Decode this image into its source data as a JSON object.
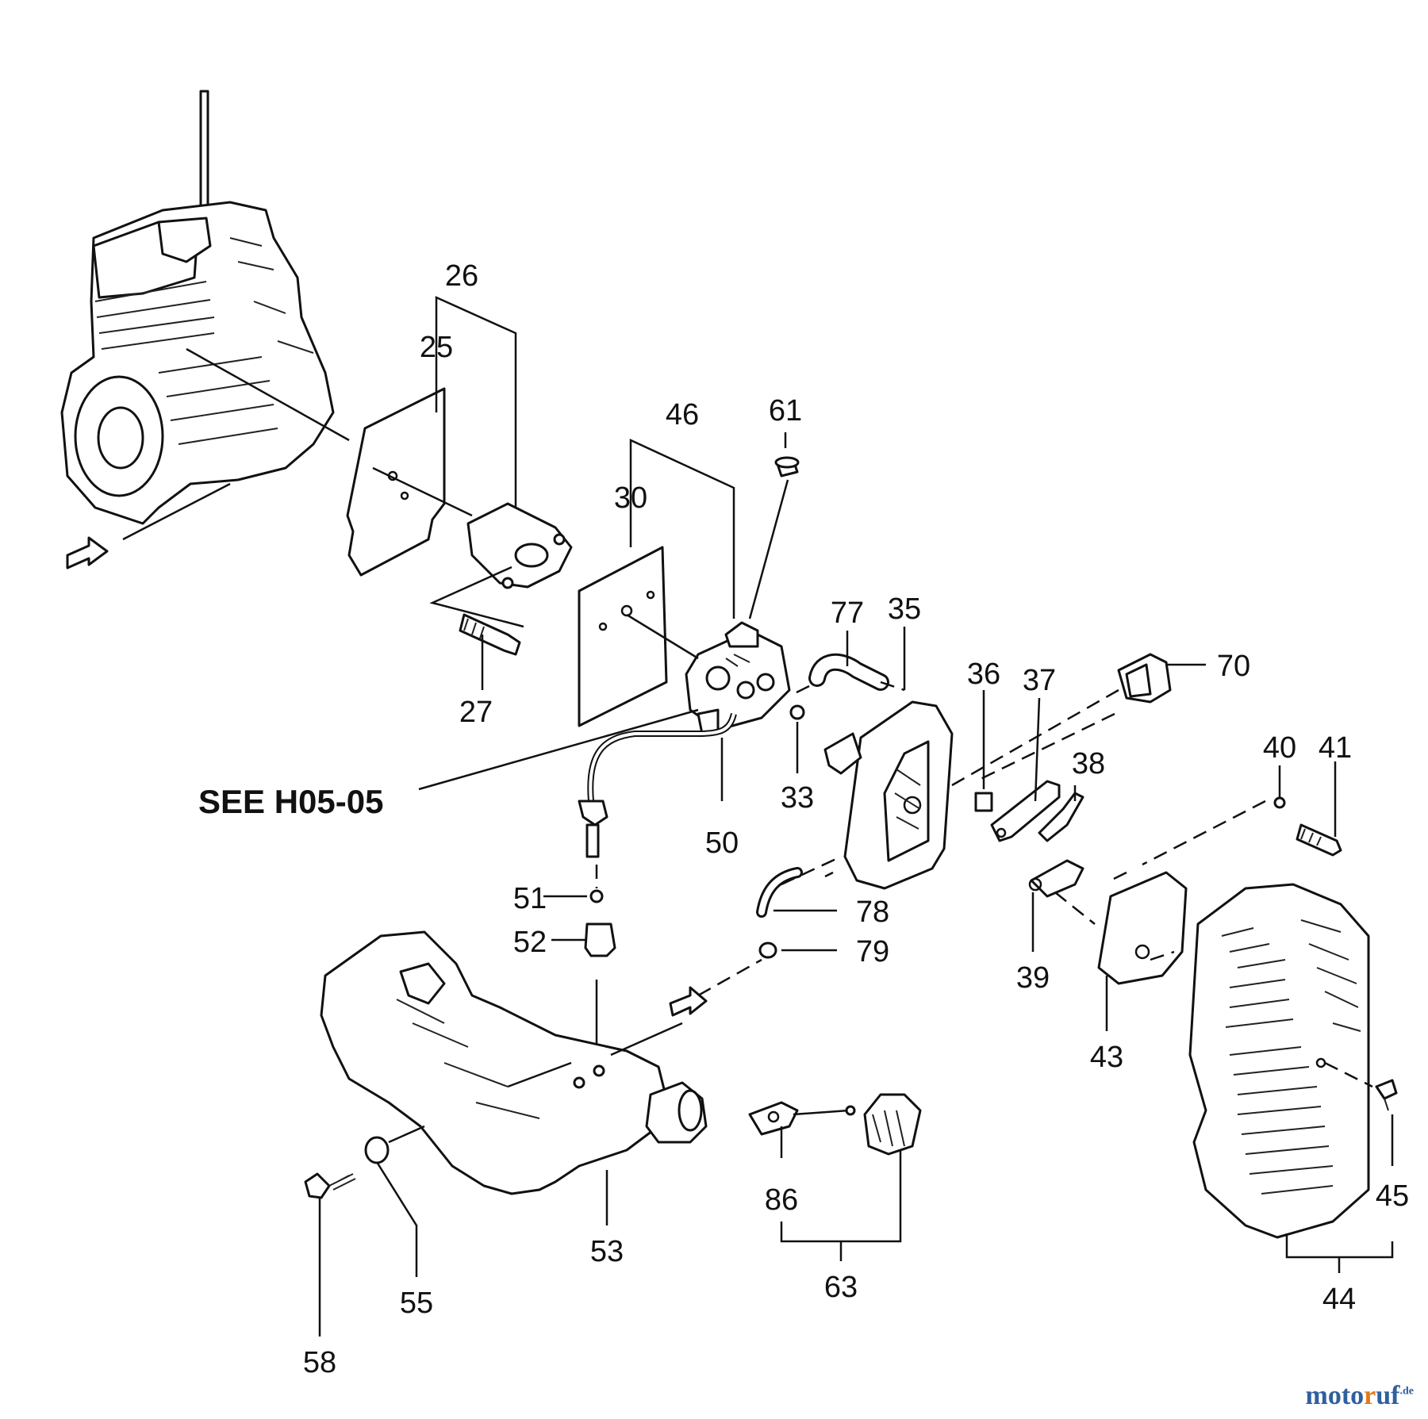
{
  "labels": {
    "p25": "25",
    "p26": "26",
    "p27": "27",
    "p30": "30",
    "p33": "33",
    "p35": "35",
    "p36": "36",
    "p37": "37",
    "p38": "38",
    "p39": "39",
    "p40": "40",
    "p41": "41",
    "p43": "43",
    "p44": "44",
    "p45": "45",
    "p46": "46",
    "p50": "50",
    "p51": "51",
    "p52": "52",
    "p53": "53",
    "p55": "55",
    "p58": "58",
    "p61": "61",
    "p63": "63",
    "p70": "70",
    "p77": "77",
    "p78": "78",
    "p79": "79",
    "p86": "86"
  },
  "reference": "SEE H05-05",
  "watermark": {
    "part1": "moto",
    "part2": "r",
    "part3": "uf",
    "suffix": ".de"
  }
}
